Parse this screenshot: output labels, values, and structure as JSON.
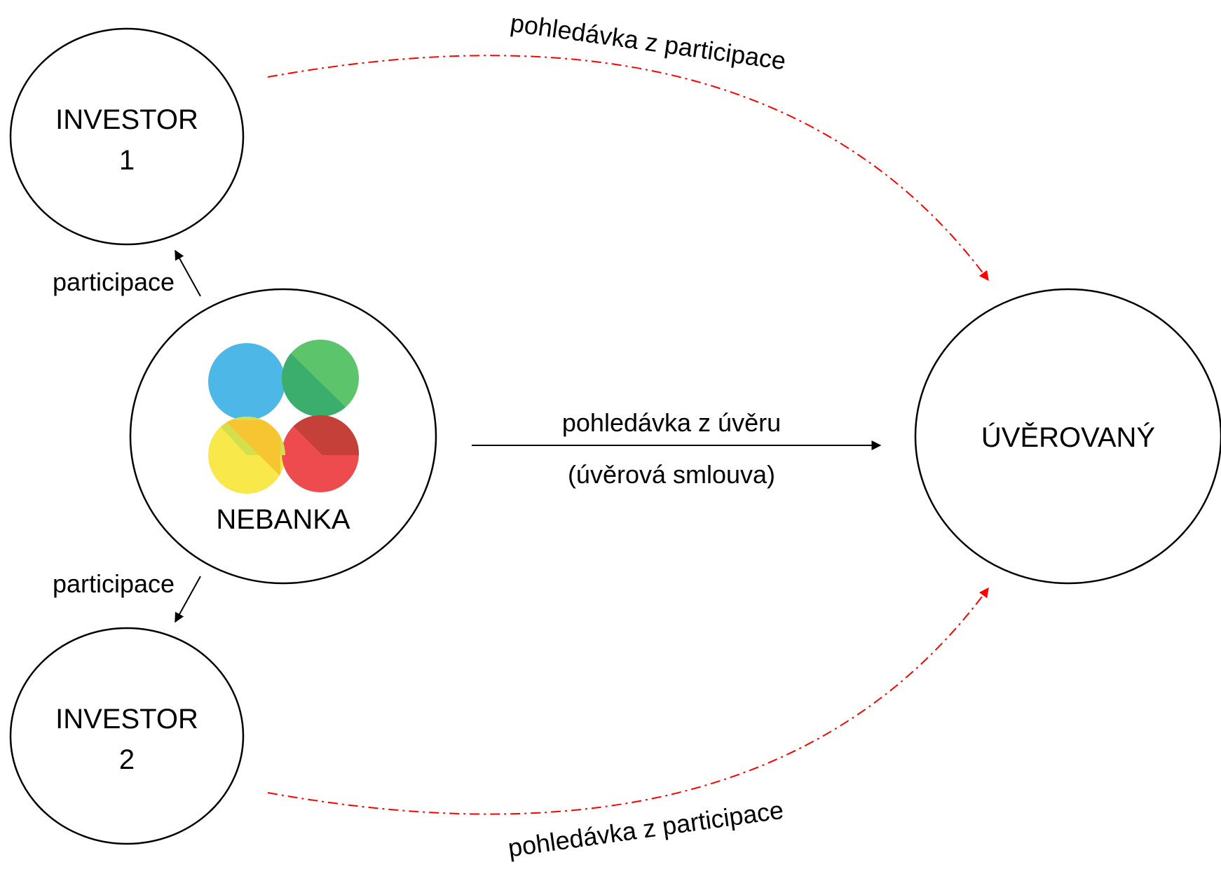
{
  "nodes": {
    "investor1": {
      "line1": "INVESTOR",
      "line2": "1"
    },
    "investor2": {
      "line1": "INVESTOR",
      "line2": "2"
    },
    "nebanka": {
      "label": "NEBANKA"
    },
    "uverovany": {
      "label": "ÚVĚROVANÝ"
    }
  },
  "edges": {
    "participace_top": {
      "label": "participace"
    },
    "participace_bottom": {
      "label": "participace"
    },
    "loan": {
      "label": "pohledávka z úvěru",
      "sublabel": "(úvěrová smlouva)"
    },
    "claim_top": {
      "label": "pohledávka z participace"
    },
    "claim_bottom": {
      "label": "pohledávka z participace"
    }
  },
  "logo": {
    "name": "nebanka-logo",
    "colors": {
      "blue": "#4DB8E8",
      "green": "#5CC46A",
      "yellow": "#F9E84A",
      "red": "#EE4B4F",
      "yellow_green_overlap": "#D4DF4E",
      "blue_green_overlap": "#3BAE6E",
      "yellow_red_overlap": "#F7C432",
      "green_red_overlap": "#C6403A"
    }
  },
  "colors": {
    "claim_arrow": "#FF0000",
    "solid_arrow": "#000000"
  }
}
